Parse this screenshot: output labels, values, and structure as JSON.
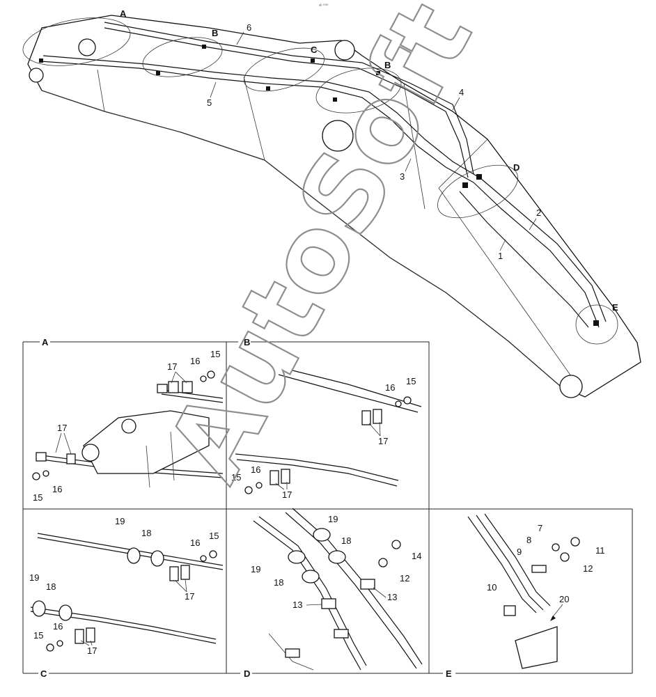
{
  "top_mark": "ᵃᵇ ⁰⁰⁰",
  "watermark": "AutoSoft",
  "main": {
    "callouts": {
      "A": "A",
      "B1": "B",
      "B2": "B",
      "C": "C",
      "D": "D",
      "E": "E"
    },
    "parts": {
      "p1": "1",
      "p2": "2",
      "p3": "3",
      "p4": "4",
      "p5": "5",
      "p6": "6"
    }
  },
  "details": {
    "A": {
      "title": "A",
      "labels": {
        "l15a": "15",
        "l16a": "16",
        "l17a": "17",
        "l17b": "17",
        "l16b": "16",
        "l15b": "15"
      }
    },
    "B": {
      "title": "B",
      "labels": {
        "l16a": "16",
        "l15a": "15",
        "l17a": "17",
        "l15b": "15",
        "l16b": "16",
        "l17b": "17"
      }
    },
    "C": {
      "title": "C",
      "labels": {
        "l19a": "19",
        "l18a": "18",
        "l16a": "16",
        "l15a": "15",
        "l17a": "17",
        "l19b": "19",
        "l18b": "18",
        "l15b": "15",
        "l16b": "16",
        "l17b": "17"
      }
    },
    "D": {
      "title": "D",
      "labels": {
        "l19a": "19",
        "l18a": "18",
        "l14": "14",
        "l19b": "19",
        "l18b": "18",
        "l12": "12",
        "l13a": "13",
        "l13b": "13"
      }
    },
    "E": {
      "title": "E",
      "labels": {
        "l7": "7",
        "l8": "8",
        "l11": "11",
        "l9": "9",
        "l12": "12",
        "l10": "10",
        "l20": "20"
      }
    }
  }
}
